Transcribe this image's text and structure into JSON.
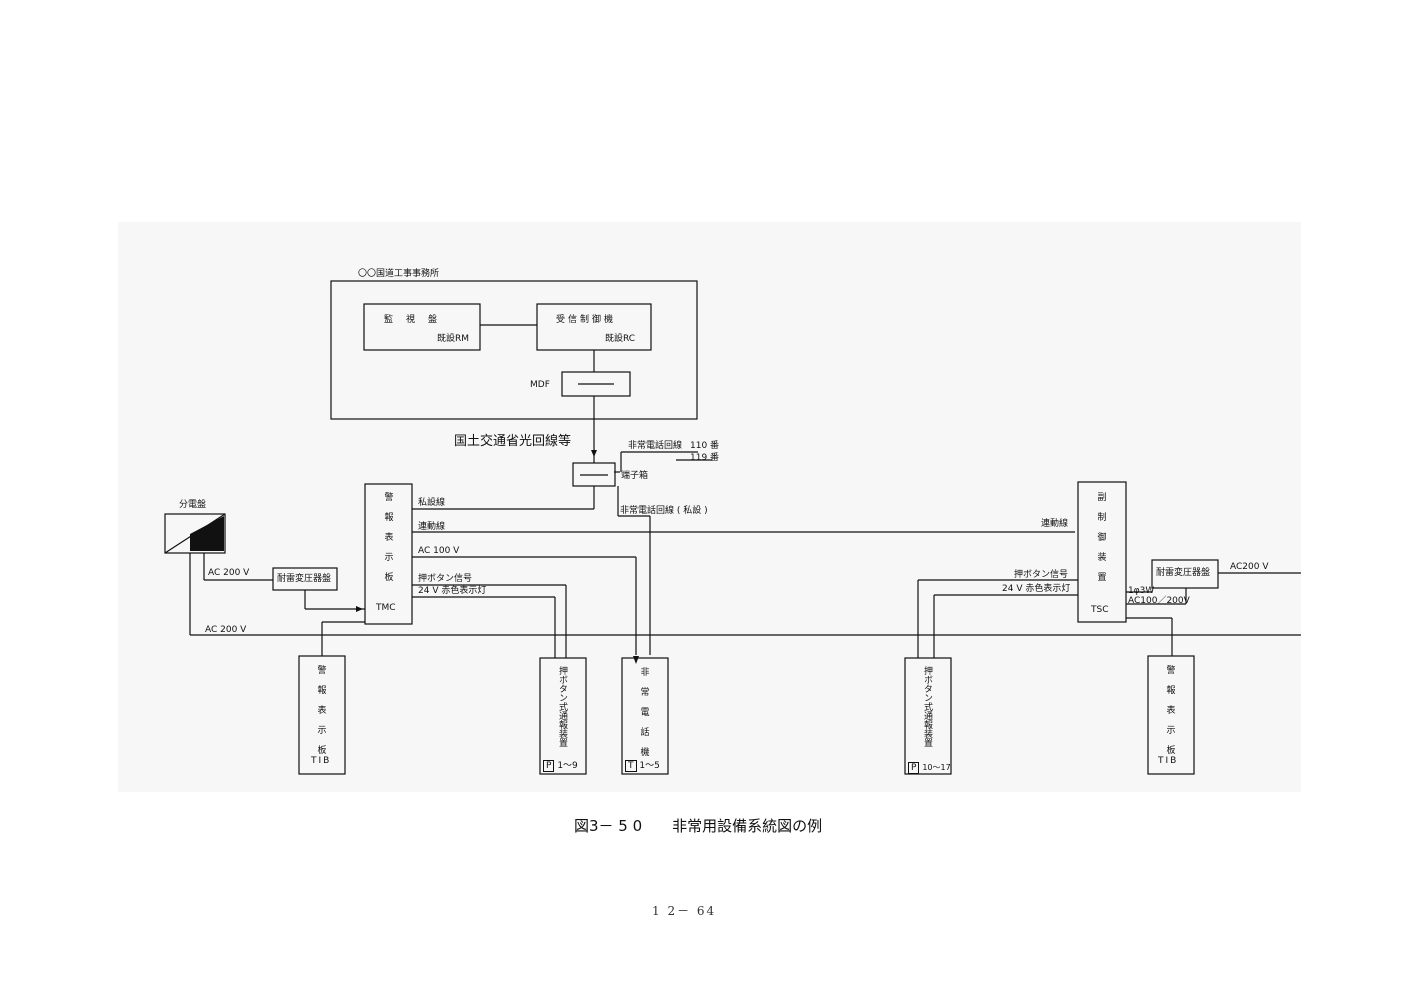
{
  "office": {
    "title": "〇〇国道工事事務所"
  },
  "monitor": {
    "name": "監　視　盤",
    "code": "既設RM"
  },
  "receiver": {
    "name": "受信制御機",
    "code": "既設RC"
  },
  "mdf": {
    "label": "MDF"
  },
  "network": {
    "label": "国土交通省光回線等"
  },
  "phone_line": {
    "label": "非常電話回線",
    "n110": "110 番",
    "n119": "119 番"
  },
  "terminal": {
    "label": "端子箱"
  },
  "private_phone": {
    "label": "非常電話回線 ( 私設 )"
  },
  "breaker": {
    "label": "分電盤"
  },
  "tmc": {
    "chars": [
      "警",
      "報",
      "表",
      "示",
      "板"
    ],
    "code": "TMC"
  },
  "tsc": {
    "chars": [
      "副",
      "制",
      "御",
      "装",
      "置"
    ],
    "code": "TSC"
  },
  "lines": {
    "private": "私設線",
    "link_left": "連動線",
    "link_right": "連動線",
    "ac100": "AC  100 V",
    "push_left": "押ボタン信号",
    "lamp_left": "24 V  赤色表示灯",
    "push_right": "押ボタン信号",
    "lamp_right": "24 V 赤色表示灯",
    "ac200_left": "AC  200 V",
    "ac200_main": "AC  200 V",
    "ac200_right": "AC200 V",
    "phase": "1φ3W",
    "ac_range": "AC100／200V"
  },
  "transformer_left": {
    "label": "耐雷変圧器盤"
  },
  "transformer_right": {
    "label": "耐雷変圧器盤"
  },
  "tib_left": {
    "chars": [
      "警",
      "報",
      "表",
      "示",
      "板"
    ],
    "code": "TIB"
  },
  "tib_right": {
    "chars": [
      "警",
      "報",
      "表",
      "示",
      "板"
    ],
    "code": "TIB"
  },
  "push_device_left": {
    "name": "押ボタン式通報装置",
    "tag": "P",
    "range": "1～9"
  },
  "emergency_phone": {
    "chars": [
      "非",
      "常",
      "電",
      "話",
      "機"
    ],
    "tag": "T",
    "range": "1～5"
  },
  "push_device_right": {
    "name": "押ボタン式通報装置",
    "tag": "P",
    "range": "10～17"
  },
  "caption": {
    "text": "図3－ 5 0　　非常用設備系統図の例"
  },
  "page": {
    "number": "1 2－ 64"
  }
}
